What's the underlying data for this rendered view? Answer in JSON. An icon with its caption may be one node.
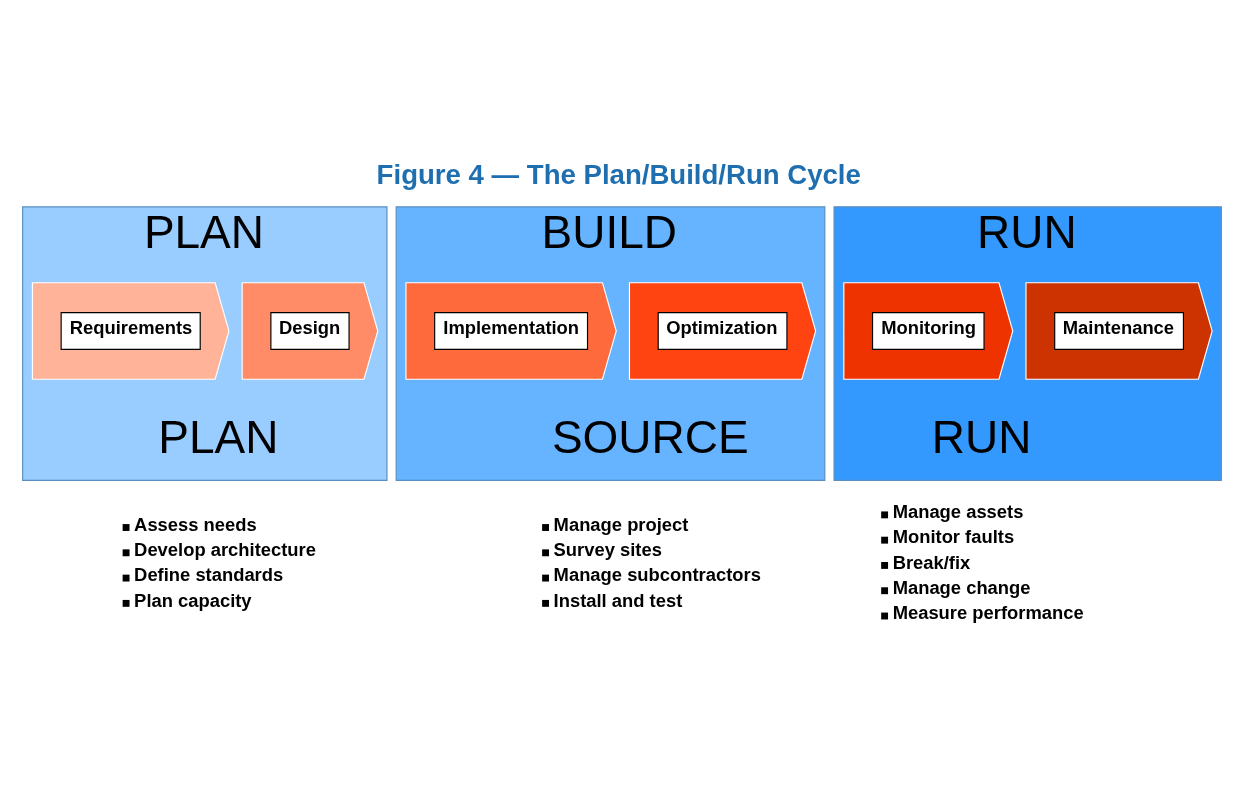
{
  "diagram": {
    "title": "Figure 4 — The Plan/Build/Run Cycle",
    "nodes": [
      {
        "text": [
          "PLAN",
          "PLAN"
        ],
        "beside": [
          "Assess needs",
          "Develop architecture",
          "Define standards",
          "Plan capacity"
        ]
      },
      {
        "text": [
          "Requirements"
        ],
        "in": 0
      },
      {
        "text": [
          "Design"
        ],
        "in": 0
      },
      {
        "text": [
          "BUILD",
          "SOURCE"
        ],
        "beside": [
          "Manage project",
          "Survey sites",
          "Manage subcontractors",
          "Install and test"
        ]
      },
      {
        "text": [
          "Implementation"
        ],
        "in": 3
      },
      {
        "text": [
          "Optimization"
        ],
        "in": 3
      },
      {
        "text": [
          "RUN",
          "RUN"
        ],
        "beside": [
          "Manage assets",
          "Monitor faults",
          "Break/fix",
          "Manage change",
          "Measure performance"
        ]
      },
      {
        "text": [
          "Monitoring"
        ],
        "in": 6
      },
      {
        "text": [
          "Maintenance"
        ],
        "in": 6
      }
    ]
  }
}
